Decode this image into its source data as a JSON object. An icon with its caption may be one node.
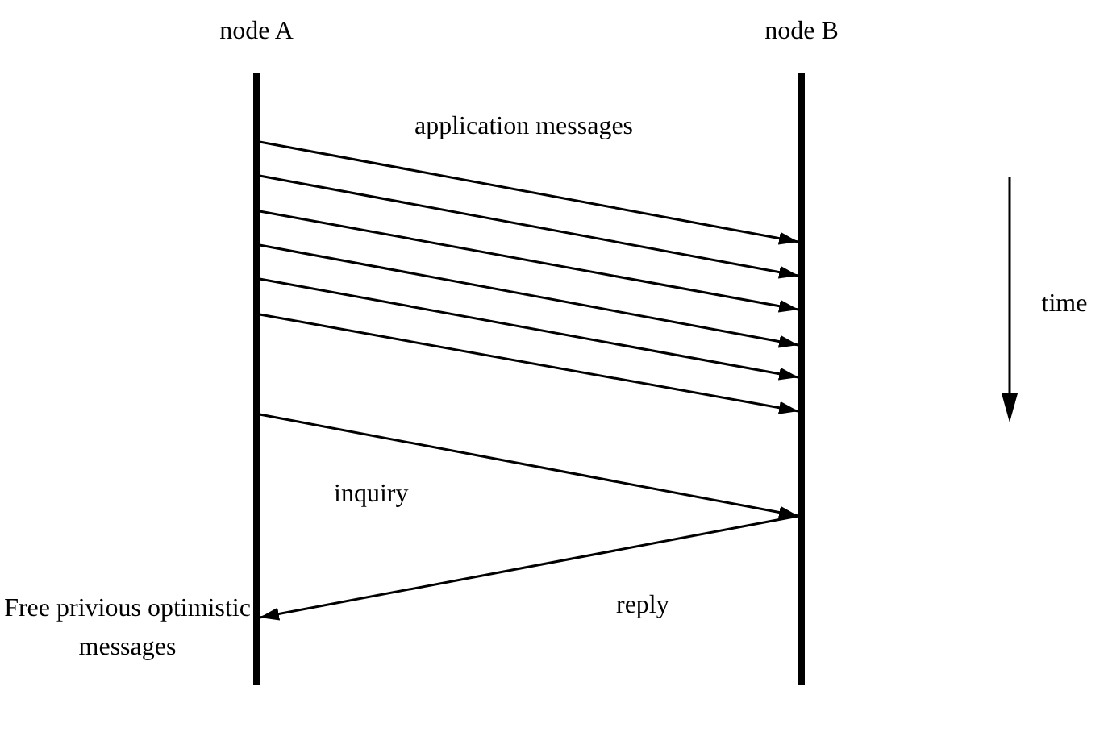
{
  "diagram": {
    "nodes": [
      {
        "text": [
          "node A"
        ]
      },
      {
        "text": [
          "node B"
        ]
      }
    ],
    "edges": [
      {
        "from": 0,
        "to": 1,
        "arrow": "to",
        "label": "application messages"
      },
      {
        "from": 0,
        "to": 1,
        "arrow": "to"
      },
      {
        "from": 0,
        "to": 1,
        "arrow": "to"
      },
      {
        "from": 0,
        "to": 1,
        "arrow": "to"
      },
      {
        "from": 0,
        "to": 1,
        "arrow": "to"
      },
      {
        "from": 0,
        "to": 1,
        "arrow": "to"
      },
      {
        "from": 0,
        "to": 1,
        "arrow": "to",
        "label": "inquiry"
      },
      {
        "from": 1,
        "to": 0,
        "arrow": "to",
        "label": "reply"
      }
    ],
    "labels": [
      "time",
      "Free privious optimistic messages"
    ]
  }
}
